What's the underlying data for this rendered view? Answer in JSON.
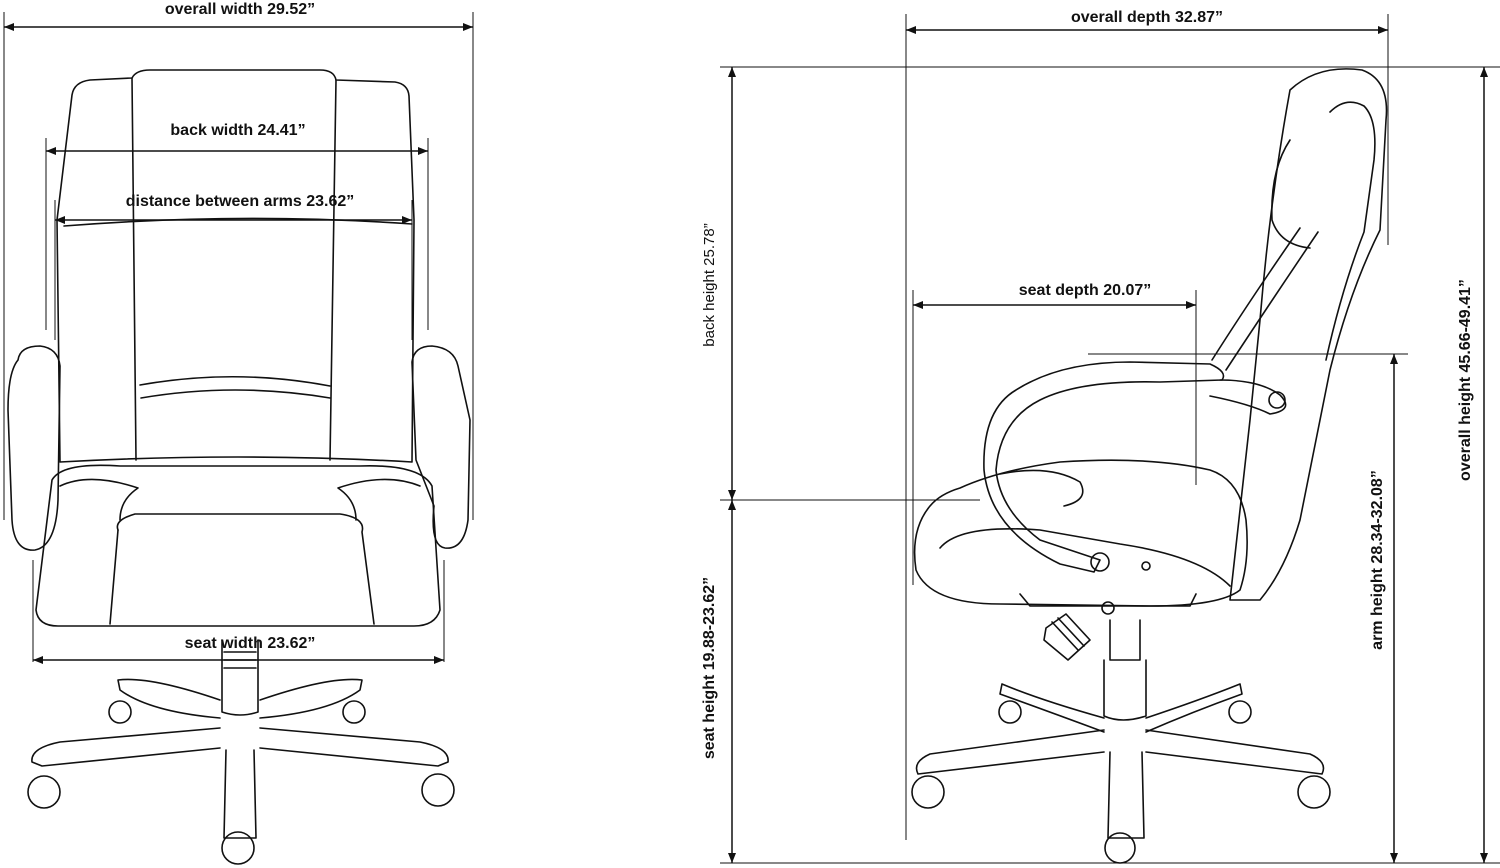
{
  "front_view": {
    "overall_width": "overall width 29.52”",
    "back_width": "back width 24.41”",
    "distance_between_arms": "distance between arms 23.62”",
    "seat_width": "seat width 23.62”"
  },
  "side_view": {
    "overall_depth": "overall depth 32.87”",
    "seat_depth": "seat depth 20.07”",
    "back_height": "back height 25.78”",
    "seat_height": "seat height 19.88-23.62”",
    "arm_height": "arm height 28.34-32.08”",
    "overall_height": "overall height 45.66-49.41”"
  },
  "colors": {
    "line": "#111111",
    "background": "#ffffff"
  }
}
